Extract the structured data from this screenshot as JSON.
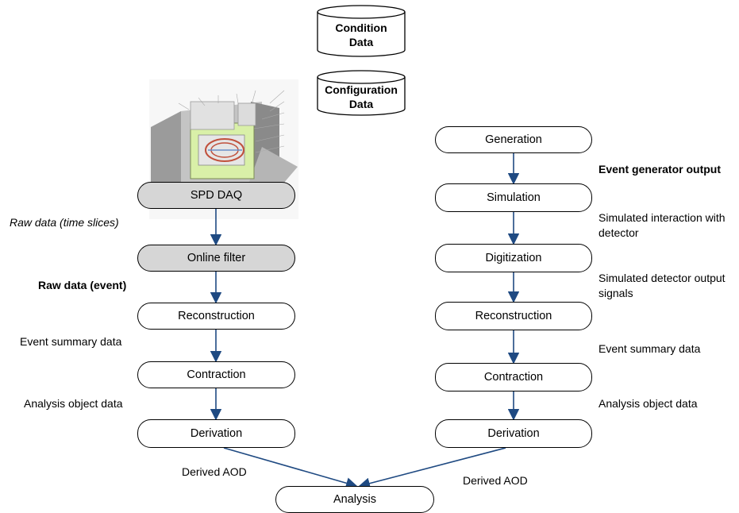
{
  "cylinders": [
    {
      "line1": "Condition",
      "line2": "Data"
    },
    {
      "line1": "Configuration",
      "line2": "Data"
    }
  ],
  "left_chain": {
    "boxes": [
      "SPD DAQ",
      "Online filter",
      "Reconstruction",
      "Contraction",
      "Derivation"
    ],
    "labels": [
      "Raw data (time slices)",
      "Raw data (event)",
      "Event summary data",
      "Analysis object data",
      "Derived AOD"
    ]
  },
  "right_chain": {
    "boxes": [
      "Generation",
      "Simulation",
      "Digitization",
      "Reconstruction",
      "Contraction",
      "Derivation"
    ],
    "labels": [
      "Event generator output",
      "Simulated interaction with detector",
      "Simulated detector output signals",
      "Event summary data",
      "Analysis object data",
      "Derived AOD"
    ]
  },
  "final": {
    "label": "Analysis"
  },
  "image": {
    "description_icon": "detector-picture"
  },
  "colors": {
    "arrow": "#1f4a82",
    "grey_box": "#d6d6d6",
    "detector_green": "#d9f0a8",
    "detector_grey": "#a9a9a9"
  }
}
